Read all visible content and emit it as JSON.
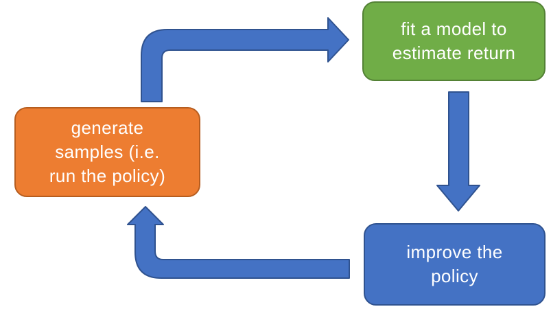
{
  "diagram": {
    "background": "#ffffff",
    "nodes": [
      {
        "id": "generate-samples",
        "lines": [
          "generate",
          "samples (i.e.",
          "run the policy)"
        ],
        "fill": "#ed7d31",
        "border": "#b65d1f",
        "text_color": "#ffffff"
      },
      {
        "id": "fit-model",
        "lines": [
          "fit a model to",
          "estimate return"
        ],
        "fill": "#70ad47",
        "border": "#538135",
        "text_color": "#ffffff"
      },
      {
        "id": "improve-policy",
        "lines": [
          "improve the",
          "policy"
        ],
        "fill": "#4472c4",
        "border": "#2f528f",
        "text_color": "#ffffff"
      }
    ],
    "arrows": [
      {
        "id": "generate-to-fit",
        "from": "generate-samples",
        "to": "fit-model",
        "fill": "#4472c4",
        "stroke": "#2f528f"
      },
      {
        "id": "fit-to-improve",
        "from": "fit-model",
        "to": "improve-policy",
        "fill": "#4472c4",
        "stroke": "#2f528f"
      },
      {
        "id": "improve-to-generate",
        "from": "improve-policy",
        "to": "generate-samples",
        "fill": "#4472c4",
        "stroke": "#2f528f"
      }
    ]
  }
}
